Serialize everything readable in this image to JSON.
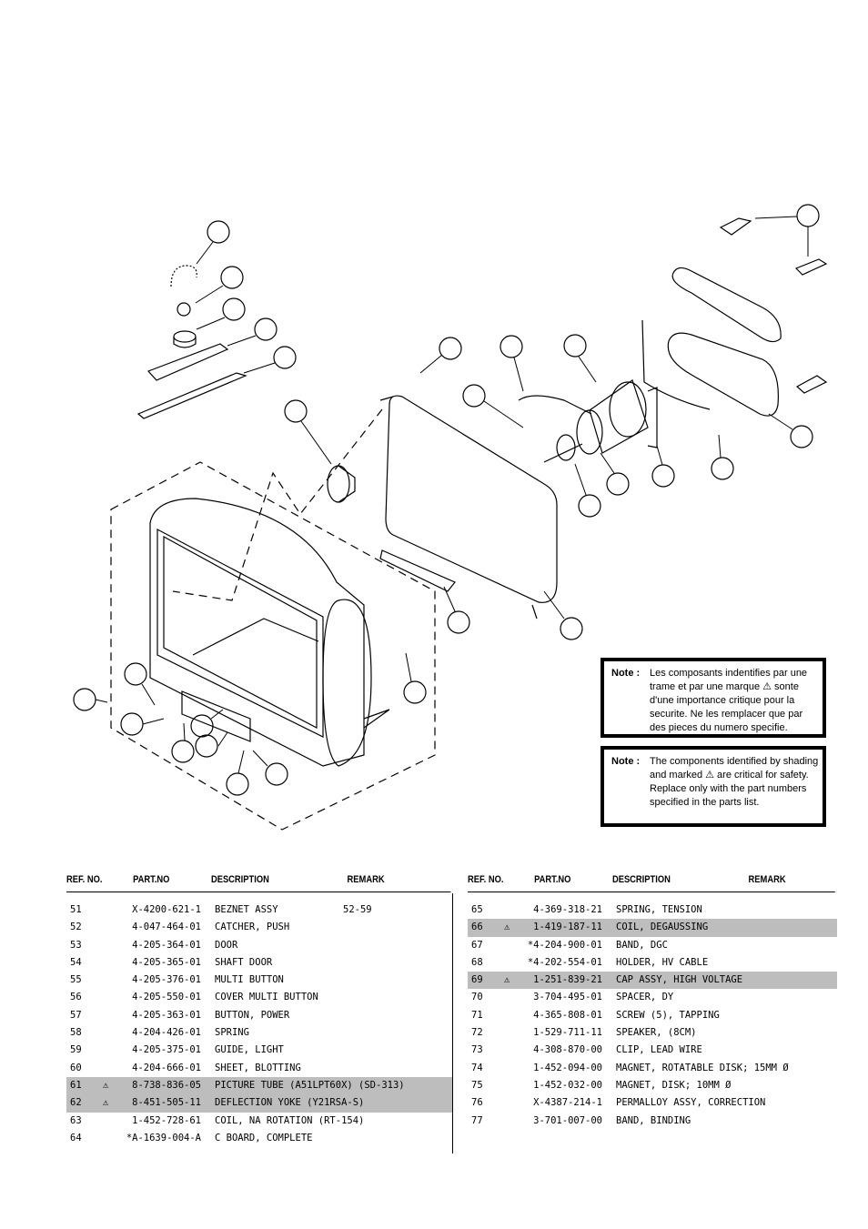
{
  "notes": {
    "french_label": "Note :",
    "french_text": "Les composants indentifies par une trame et par une marque ⚠ sonte d'une importance critique pour la securite. Ne les remplacer que par des pieces du numero specifie.",
    "english_label": "Note :",
    "english_text": "The components identified by shading and marked ⚠ are critical for safety. Replace only with the part numbers specified in the parts list."
  },
  "table_headers": {
    "ref": "REF. NO.",
    "part": "PART.NO",
    "desc": "DESCRIPTION",
    "remark": "REMARK"
  },
  "parts_left": [
    {
      "ref": "51",
      "mark": "",
      "part": "X-4200-621-1",
      "desc": "BEZNET ASSY",
      "remark": "52-59",
      "shaded": false
    },
    {
      "ref": "52",
      "mark": "",
      "part": "4-047-464-01",
      "desc": "CATCHER, PUSH",
      "remark": "",
      "shaded": false
    },
    {
      "ref": "53",
      "mark": "",
      "part": "4-205-364-01",
      "desc": "DOOR",
      "remark": "",
      "shaded": false
    },
    {
      "ref": "54",
      "mark": "",
      "part": "4-205-365-01",
      "desc": "SHAFT DOOR",
      "remark": "",
      "shaded": false
    },
    {
      "ref": "55",
      "mark": "",
      "part": "4-205-376-01",
      "desc": "MULTI BUTTON",
      "remark": "",
      "shaded": false
    },
    {
      "ref": "56",
      "mark": "",
      "part": "4-205-550-01",
      "desc": "COVER MULTI BUTTON",
      "remark": "",
      "shaded": false
    },
    {
      "ref": "57",
      "mark": "",
      "part": "4-205-363-01",
      "desc": "BUTTON, POWER",
      "remark": "",
      "shaded": false
    },
    {
      "ref": "58",
      "mark": "",
      "part": "4-204-426-01",
      "desc": "SPRING",
      "remark": "",
      "shaded": false
    },
    {
      "ref": "59",
      "mark": "",
      "part": "4-205-375-01",
      "desc": "GUIDE, LIGHT",
      "remark": "",
      "shaded": false
    },
    {
      "ref": "60",
      "mark": "",
      "part": "4-204-666-01",
      "desc": "SHEET, BLOTTING",
      "remark": "",
      "shaded": false
    },
    {
      "ref": "61",
      "mark": "⚠",
      "part": "8-738-836-05",
      "desc": "PICTURE TUBE (A51LPT60X) (SD-313)",
      "remark": "",
      "shaded": true
    },
    {
      "ref": "62",
      "mark": "⚠",
      "part": "8-451-505-11",
      "desc": "DEFLECTION YOKE (Y21RSA-S)",
      "remark": "",
      "shaded": true
    },
    {
      "ref": "63",
      "mark": "",
      "part": "1-452-728-61",
      "desc": "COIL, NA ROTATION (RT-154)",
      "remark": "",
      "shaded": false
    },
    {
      "ref": "64",
      "mark": "",
      "part": "*A-1639-004-A",
      "desc": "C BOARD, COMPLETE",
      "remark": "",
      "shaded": false
    }
  ],
  "parts_right": [
    {
      "ref": "65",
      "mark": "",
      "part": "4-369-318-21",
      "desc": "SPRING, TENSION",
      "remark": "",
      "shaded": false
    },
    {
      "ref": "66",
      "mark": "⚠",
      "part": "1-419-187-11",
      "desc": "COIL, DEGAUSSING",
      "remark": "",
      "shaded": true
    },
    {
      "ref": "67",
      "mark": "",
      "part": "*4-204-900-01",
      "desc": "BAND, DGC",
      "remark": "",
      "shaded": false
    },
    {
      "ref": "68",
      "mark": "",
      "part": "*4-202-554-01",
      "desc": "HOLDER, HV CABLE",
      "remark": "",
      "shaded": false
    },
    {
      "ref": "69",
      "mark": "⚠",
      "part": "1-251-839-21",
      "desc": "CAP ASSY, HIGH VOLTAGE",
      "remark": "",
      "shaded": true
    },
    {
      "ref": "70",
      "mark": "",
      "part": "3-704-495-01",
      "desc": "SPACER, DY",
      "remark": "",
      "shaded": false
    },
    {
      "ref": "71",
      "mark": "",
      "part": "4-365-808-01",
      "desc": "SCREW (5), TAPPING",
      "remark": "",
      "shaded": false
    },
    {
      "ref": "72",
      "mark": "",
      "part": "1-529-711-11",
      "desc": "SPEAKER, (8CM)",
      "remark": "",
      "shaded": false
    },
    {
      "ref": "73",
      "mark": "",
      "part": "4-308-870-00",
      "desc": "CLIP, LEAD WIRE",
      "remark": "",
      "shaded": false
    },
    {
      "ref": "74",
      "mark": "",
      "part": "1-452-094-00",
      "desc": "MAGNET, ROTATABLE DISK; 15MM Ø",
      "remark": "",
      "shaded": false
    },
    {
      "ref": "75",
      "mark": "",
      "part": "1-452-032-00",
      "desc": "MAGNET, DISK; 10MM Ø",
      "remark": "",
      "shaded": false
    },
    {
      "ref": "76",
      "mark": "",
      "part": "X-4387-214-1",
      "desc": "PERMALLOY ASSY, CORRECTION",
      "remark": "",
      "shaded": false
    },
    {
      "ref": "77",
      "mark": "",
      "part": "3-701-007-00",
      "desc": "BAND, BINDING",
      "remark": "",
      "shaded": false
    }
  ]
}
